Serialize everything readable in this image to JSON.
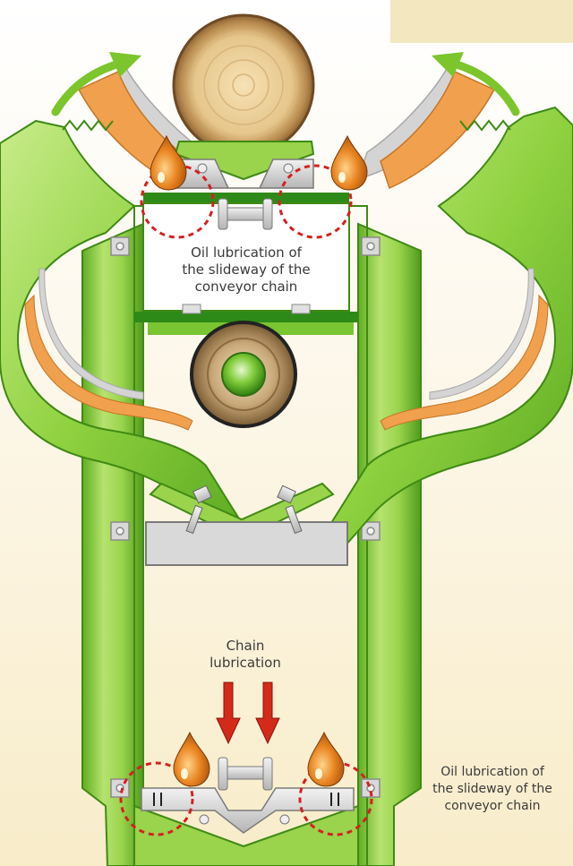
{
  "labels": {
    "slideway_top": [
      "Oil lubrication of",
      "the slideway of the",
      "conveyor chain"
    ],
    "chain_lubrication": [
      "Chain",
      "lubrication"
    ],
    "slideway_bottom": [
      "Oil lubrication of",
      "the slideway of the",
      "conveyor chain"
    ]
  },
  "colors": {
    "green_main": "#8ccd3c",
    "green_light": "#c9eb8c",
    "green_dark": "#4a9a18",
    "orange_band": "#f1a04e",
    "grey_band": "#d4d4d4",
    "oil_drop": "#d9741a",
    "highlight_circle": "#d62020",
    "arrow_red": "#d42a1a"
  }
}
